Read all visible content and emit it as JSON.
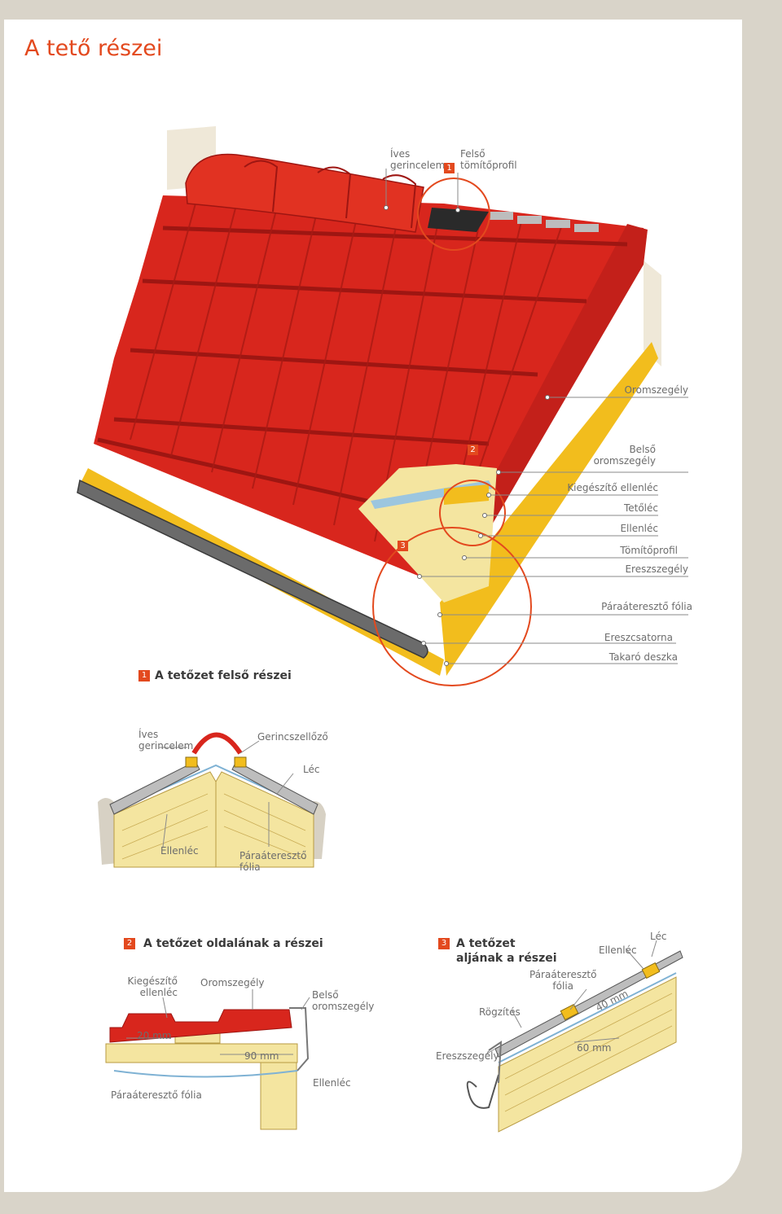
{
  "title": "A tető részei",
  "main_diagram": {
    "labels": {
      "ives_gerincelem": "Íves\ngerincelem",
      "felso_tomitoprofil": "Felső\ntömítőprofil",
      "oromszegely": "Oromszegély",
      "belso_oromszegely": "Belső\noromszegély",
      "kiegeszito_ellenlec": "Kiegészítő ellenléc",
      "tetolec": "Tetőléc",
      "ellenlec": "Ellenléc",
      "tomitoprofil": "Tömítőprofil",
      "ereszszegely": "Ereszszegély",
      "paraatereszto_folia": "Páraáteresztő fólia",
      "ereszcsatorna": "Ereszcsatorna",
      "takaro_deszka": "Takaró deszka"
    },
    "markers": {
      "m1": "1",
      "m2": "2",
      "m3": "3"
    }
  },
  "section1": {
    "number": "1",
    "title": "A tetőzet felső részei",
    "labels": {
      "ives_gerincelem": "Íves\ngerincelem",
      "gerincszellozo": "Gerincszellőző",
      "lec": "Léc",
      "ellenlec": "Ellenléc",
      "paraatereszto_folia": "Páraáteresztő\nfólia"
    }
  },
  "section2": {
    "number": "2",
    "title": "A tetőzet oldalának a részei",
    "labels": {
      "kiegeszito_ellenlec": "Kiegészítő\nellenléc",
      "oromszegely": "Oromszegély",
      "belso_oromszegely": "Belső\noromszegély",
      "dim_20": "20 mm",
      "dim_90": "90 mm",
      "ellenlec": "Ellenléc",
      "paraatereszto_folia": "Páraáteresztő fólia"
    }
  },
  "section3": {
    "number": "3",
    "title": "A tetőzet\naljának a részei",
    "labels": {
      "ellenlec": "Ellenléc",
      "lec": "Léc",
      "paraatereszto_folia": "Páraáteresztő\nfólia",
      "rogzites": "Rögzítés",
      "dim_40": "40 mm",
      "dim_60": "60 mm",
      "ereszszegely": "Ereszszegély"
    }
  },
  "colors": {
    "accent": "#e3491e",
    "tile_red": "#d8261d",
    "tile_dark": "#9e1612",
    "wood": "#f2bd1d",
    "wood_light": "#f4e5a0",
    "background": "#d9d4c9"
  }
}
